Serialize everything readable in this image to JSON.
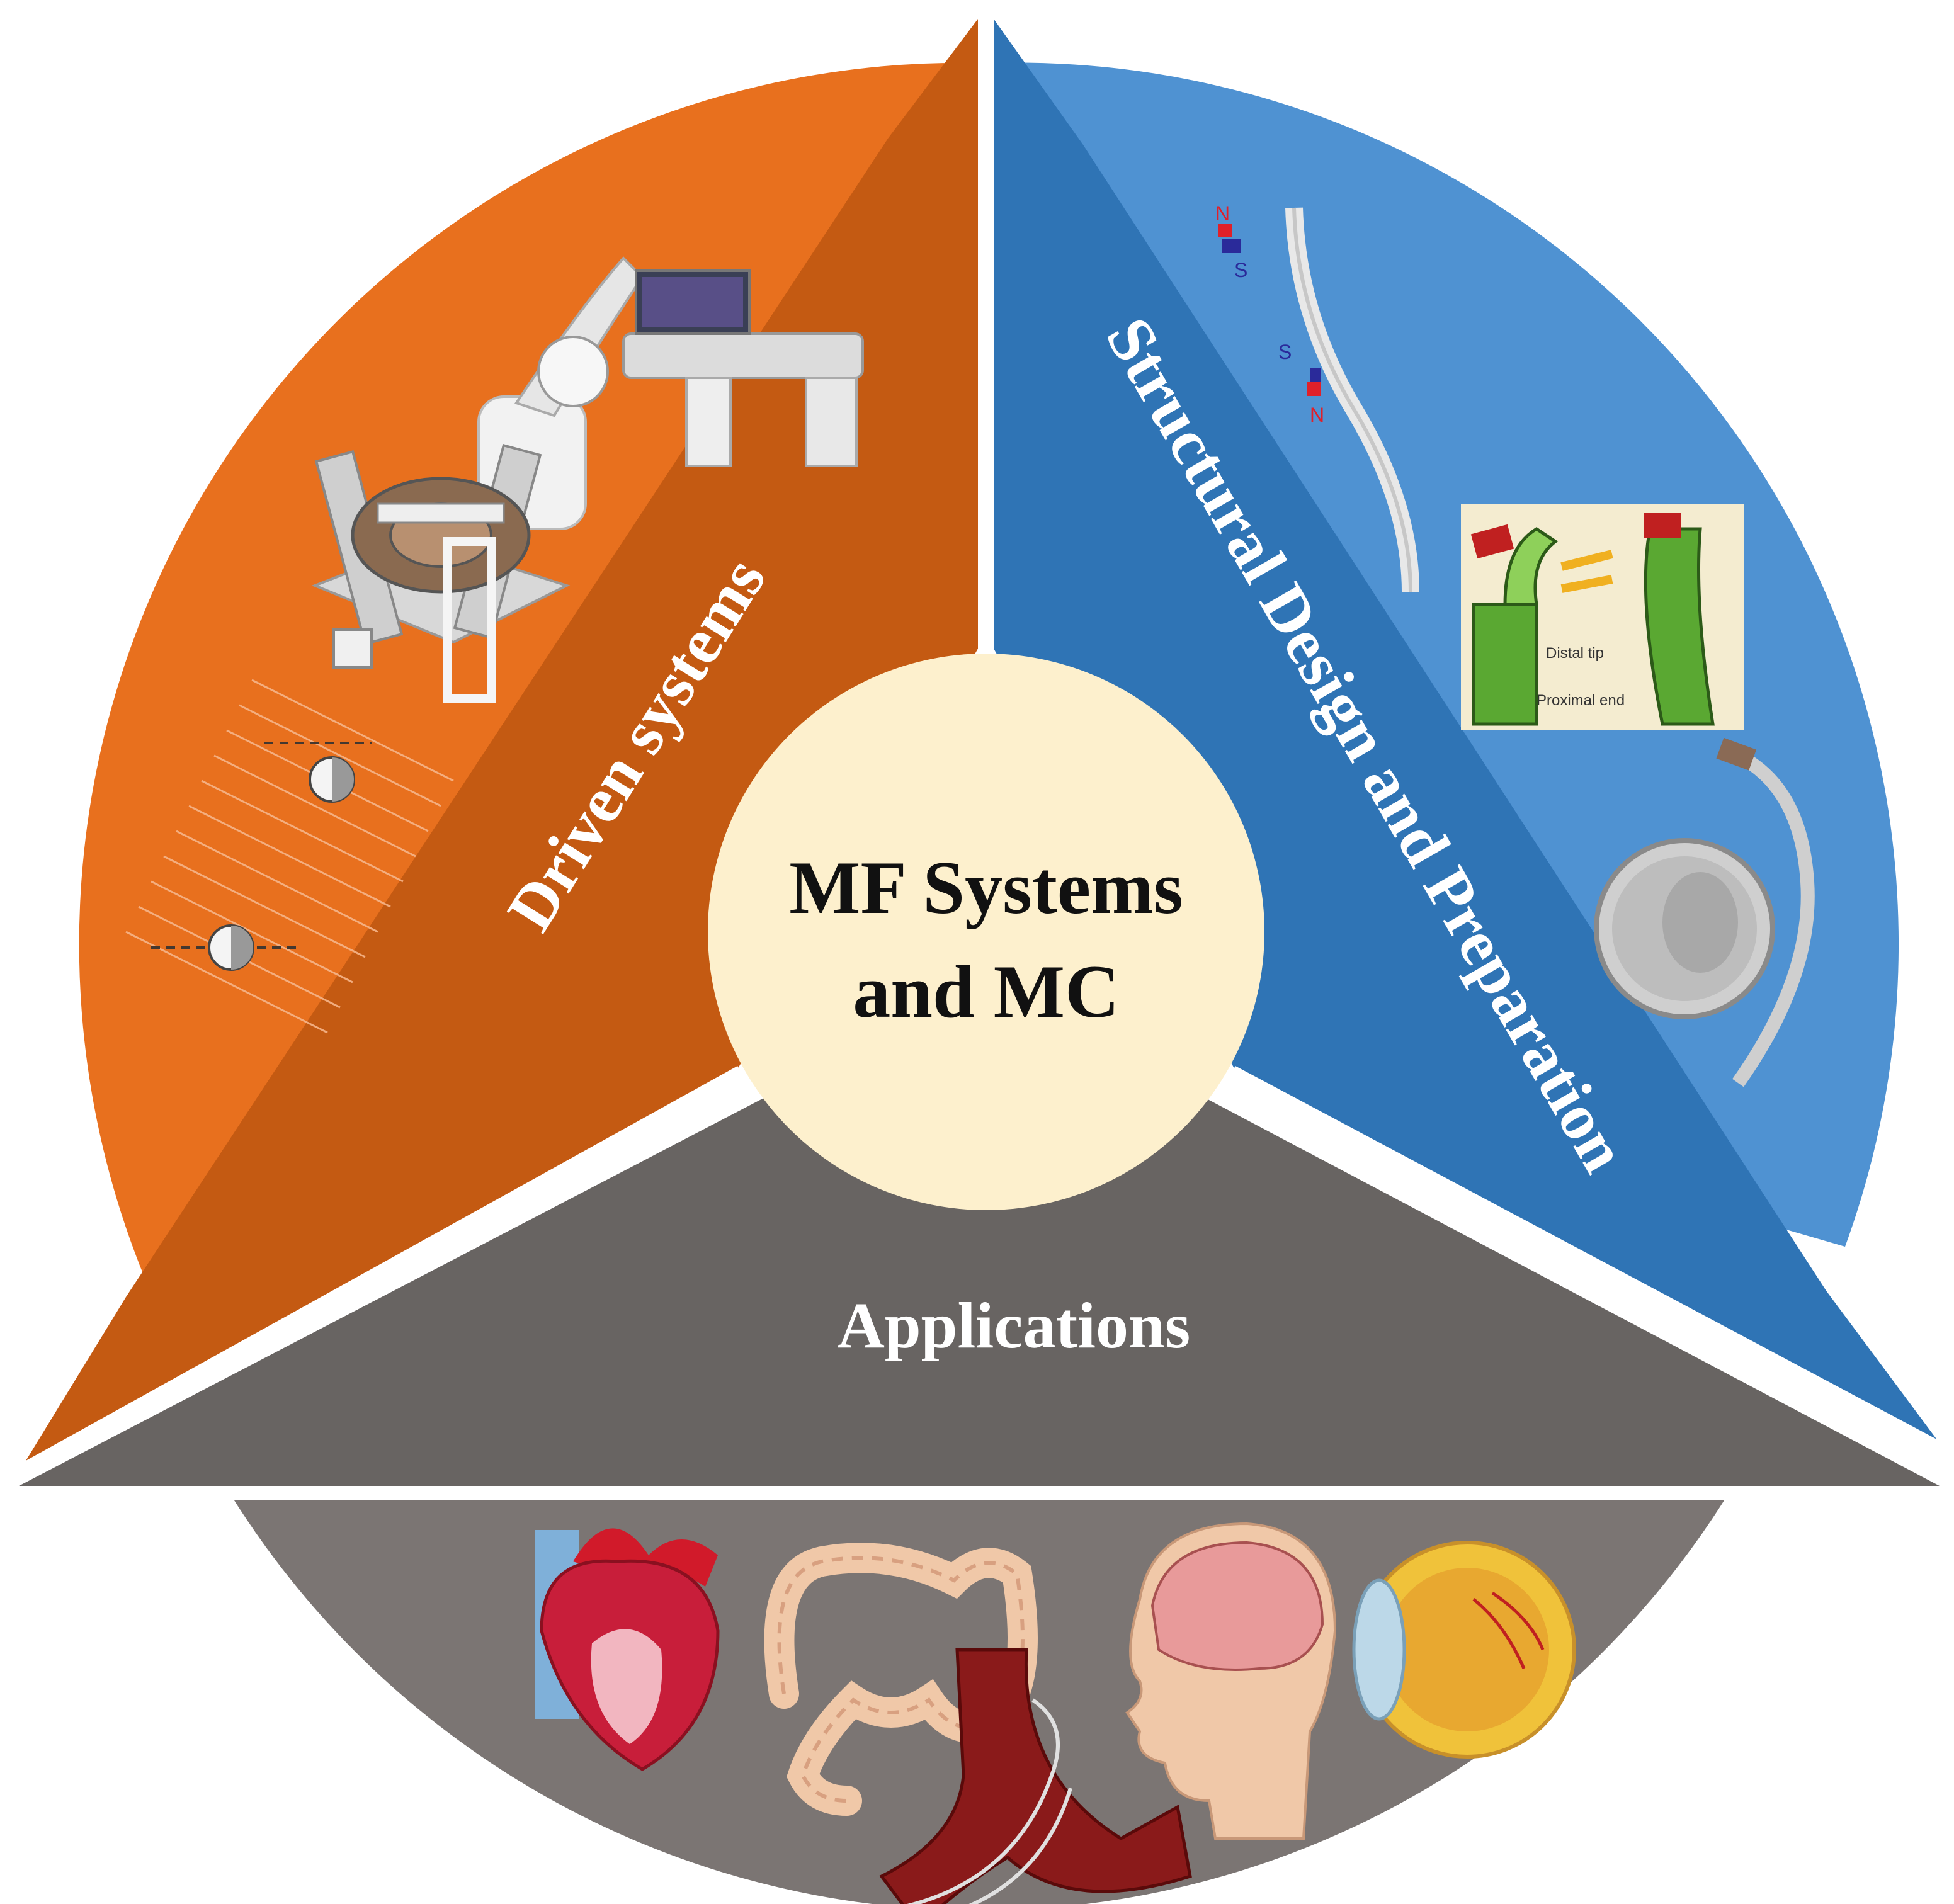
{
  "center": {
    "line1": "MF Systems",
    "line2": "and MC"
  },
  "sectors": {
    "left": {
      "label": "Driven systems"
    },
    "right": {
      "label": "Structural Design and Preparation"
    },
    "bottom": {
      "label": "Applications"
    }
  },
  "figure_labels": {
    "magnet_top_n": "N",
    "magnet_top_s": "S",
    "magnet_mid_s": "S",
    "magnet_mid_n": "N",
    "distal_tip": "Distal tip",
    "proximal_end": "Proximal end"
  },
  "colors": {
    "orange_light": "#e8701e",
    "orange_dark": "#c45a12",
    "blue_light": "#4f92d2",
    "blue_dark": "#2f74b5",
    "gray_triangle": "#686462",
    "gray_disc": "#7b7573",
    "center_fill": "#fdf0cd"
  },
  "icons": [
    "robotic-c-arm-icon",
    "electromagnetic-coil-system-icon",
    "field-diagram-icon",
    "magnetic-catheter-icon",
    "catheter-tip-diagram-icon",
    "coin-catheter-icon",
    "heart-icon",
    "colon-icon",
    "brain-head-icon",
    "eye-icon",
    "blood-vessel-icon"
  ]
}
